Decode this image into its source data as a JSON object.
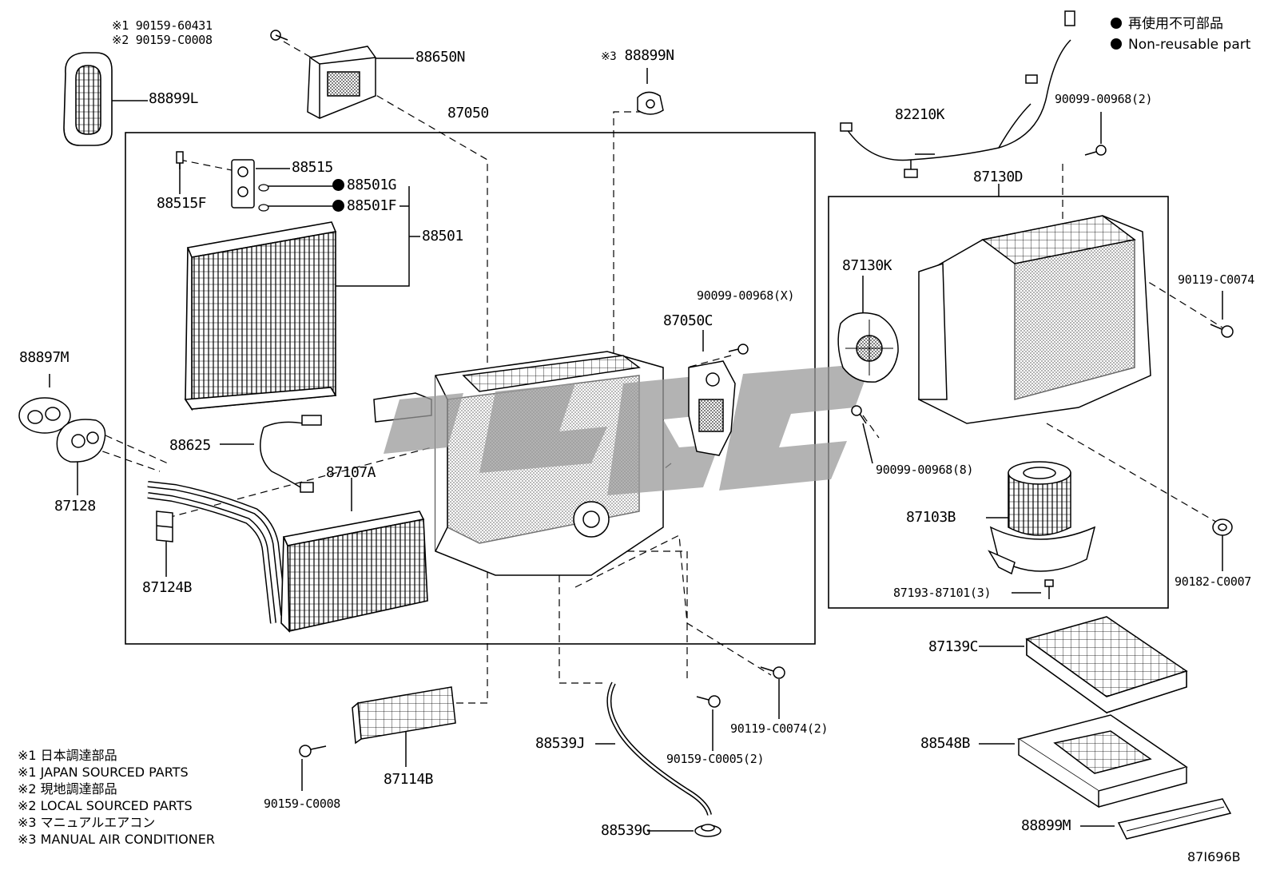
{
  "legend": {
    "non_reusable_jp": "再使用不可部品",
    "non_reusable_en": "Non-reusable part"
  },
  "labels": {
    "l88899L": "88899L",
    "l88650N": "88650N",
    "l88899N": "88899N",
    "l88899N_mark": "※3",
    "l87050": "87050",
    "l90159_60431": "※1 90159-60431",
    "l90159_C0008_top": "※2 90159-C0008",
    "l88515": "88515",
    "l88515F": "88515F",
    "l88501G": "88501G",
    "l88501F": "88501F",
    "l88501": "88501",
    "l88897M": "88897M",
    "l87128": "87128",
    "l88625": "88625",
    "l87107A": "87107A",
    "l87124B": "87124B",
    "l87050C": "87050C",
    "l90099_X": "90099-00968(X)",
    "l82210K": "82210K",
    "l90099_2": "90099-00968(2)",
    "l87130D": "87130D",
    "l87130K": "87130K",
    "l90119_C0074": "90119-C0074",
    "l90099_8": "90099-00968(8)",
    "l87103B": "87103B",
    "l90182": "90182-C0007",
    "l87193": "87193-87101(3)",
    "l87139C": "87139C",
    "l88548B": "88548B",
    "l88899M": "88899M",
    "l90119_C0074_2": "90119-C0074(2)",
    "l90159_C0005": "90159-C0005(2)",
    "l88539J": "88539J",
    "l88539G": "88539G",
    "l87114B": "87114B",
    "l90159_C0008_bot": "90159-C0008"
  },
  "notes": [
    "※1 日本調達部品",
    "※1 JAPAN SOURCED PARTS",
    "※2 現地調達部品",
    "※2 LOCAL SOURCED PARTS",
    "※3 マニュアルエアコン",
    "※3 MANUAL AIR CONDITIONER"
  ],
  "figure_id": "87I696B"
}
